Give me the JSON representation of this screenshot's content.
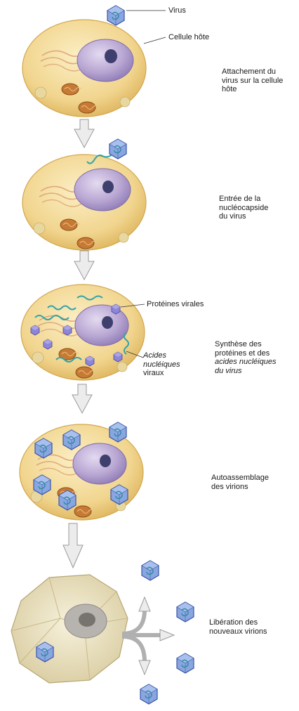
{
  "labels": {
    "virus": "Virus",
    "host_cell": "Cellule hôte",
    "viral_proteins": "Protéines virales",
    "viral_nucleic_acids": [
      "Acides",
      "nucléiques",
      "viraux"
    ]
  },
  "steps": [
    {
      "lines": [
        "Attachement du",
        "virus sur la cellule",
        "hôte"
      ]
    },
    {
      "lines": [
        "Entrée de la",
        "nucléocapside",
        "du virus"
      ]
    },
    {
      "lines": [
        "Synthèse des",
        "protéines et des",
        "acides nucléiques",
        "du virus"
      ]
    },
    {
      "lines": [
        "Autoassemblage",
        "des virions"
      ]
    },
    {
      "lines": [
        "Libération des",
        "nouveaux virions"
      ]
    }
  ],
  "colors": {
    "cytoplasm": "#f1d58e",
    "cytoplasm_edge": "#d9ae52",
    "nucleus": "#b9a7d3",
    "nucleus_edge": "#7f6aa8",
    "nucleolus": "#3f3f6e",
    "virus": "#7d98d8",
    "virus_edge": "#3a56a6",
    "nucleic_acid": "#2fa3a8",
    "lysed_cell": "#efe6c4",
    "arrow": "#e6e6e6"
  }
}
